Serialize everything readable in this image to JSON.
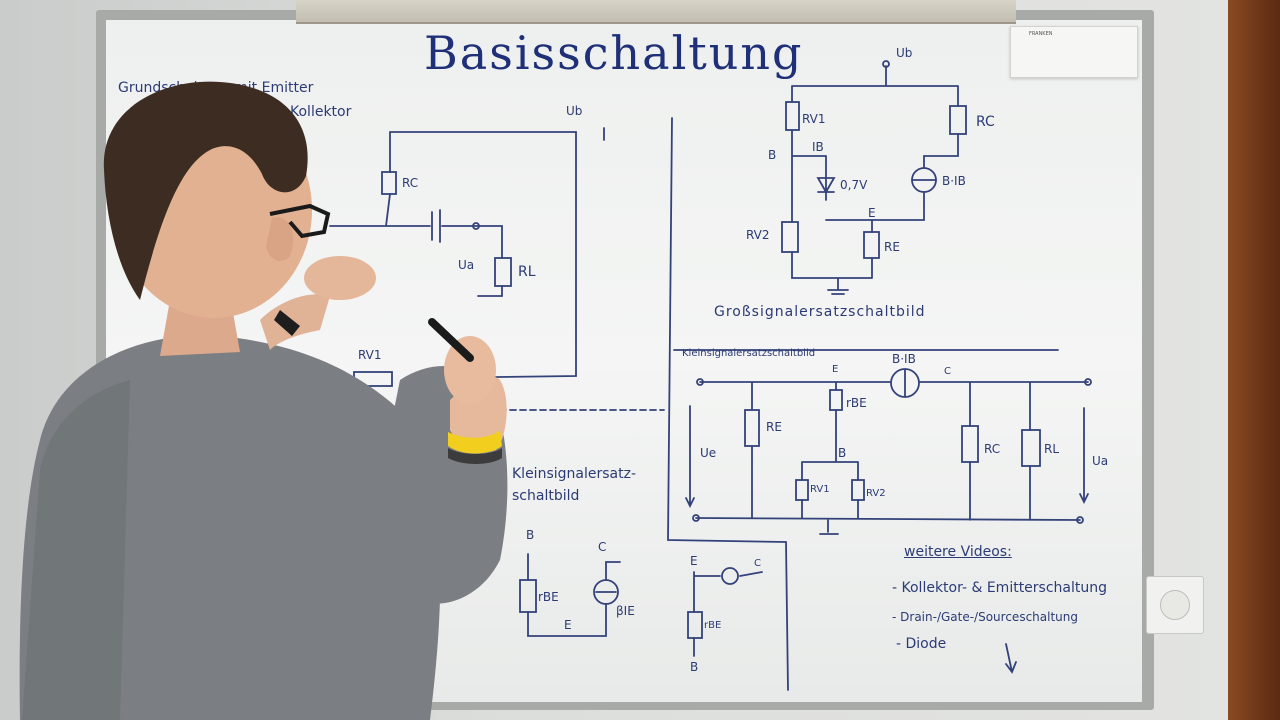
{
  "title": "Basisschaltung",
  "left_note_line1": "Grundschaltung mit Emitter",
  "left_note_line2": "Kollektor",
  "top_right_caption": "Großsignalersatzschaltbild",
  "mid_right_caption": "Kleinsignalersatzschaltbild",
  "bottom_mid_caption_line1": "Kleinsignalersatz-",
  "bottom_mid_caption_line2": "schaltbild",
  "further_videos": {
    "heading": "weitere Videos:",
    "items": [
      "- Kollektor- & Emitterschaltung",
      "- Drain-/Gate-/Sourceschaltung",
      "- Diode"
    ]
  },
  "labels": {
    "ub": "Ub",
    "rc": "RC",
    "rl": "RL",
    "ua": "Ua",
    "ue": "Ue",
    "rv1": "RV1",
    "rv2": "RV2",
    "re": "RE",
    "rbe": "rBE",
    "beta_ib": "B·IB",
    "beta_ie": "βIE",
    "diode_v": "0,7V",
    "ib": "IB",
    "b": "B",
    "c": "C",
    "e": "E",
    "sticky": "FRANKEN"
  },
  "colors": {
    "ink": "#2c3b74",
    "board": "#f2f3f2",
    "shirt": "#7a7d80",
    "hair": "#3a2a20"
  }
}
